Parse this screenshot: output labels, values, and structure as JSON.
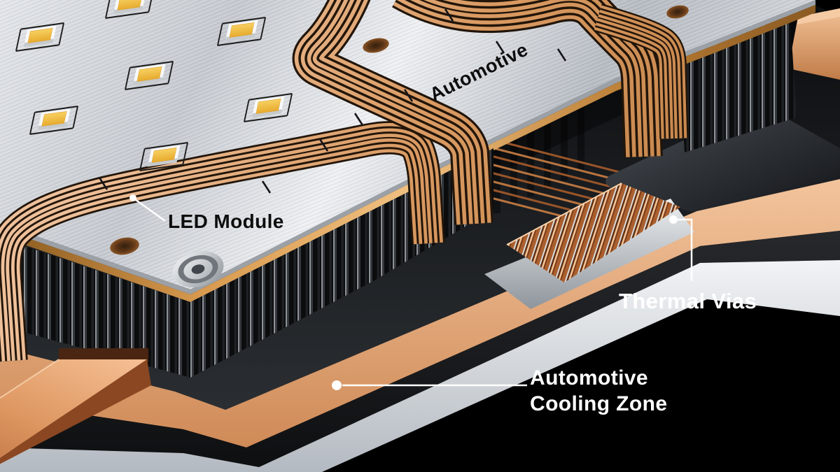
{
  "callouts": {
    "led_module": {
      "text": "LED Module"
    },
    "trace_label": {
      "text": "Automotive"
    },
    "thermal_vias": {
      "text": "Thermal Vias"
    },
    "cooling_zone": {
      "line1": "Automotive",
      "line2": "Cooling Zone"
    }
  },
  "palette": {
    "background": "#000000",
    "aluminum_plate": "#d3d7db",
    "copper_trace": "#d99a62",
    "copper_layer": "#e9b68c",
    "gold_rim": "#c8883e",
    "heatsink_fin": "#17181a",
    "base_plate": "#d9dde1",
    "label_dark": "#0d0d0d",
    "label_light": "#ffffff"
  }
}
